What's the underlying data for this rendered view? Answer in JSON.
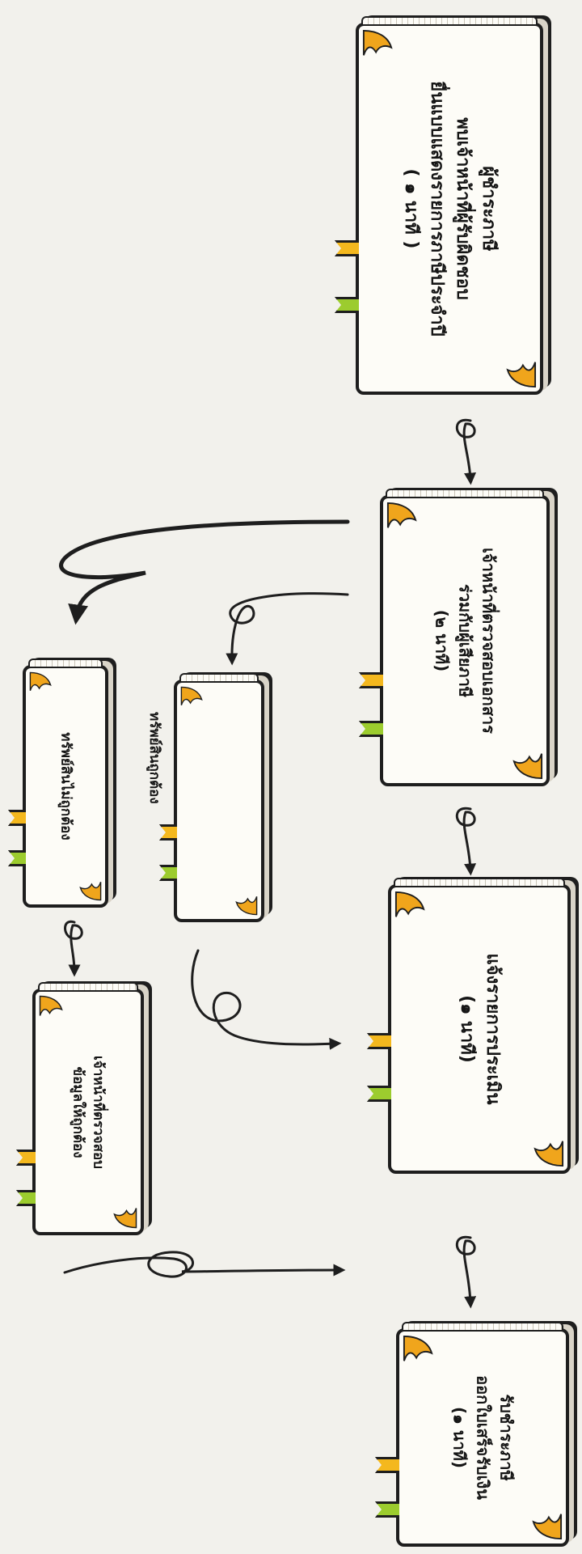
{
  "steps": [
    {
      "title": "ผู้ชำระภาษี",
      "line1": "พบเจ้าหน้าที่ผู้รับผิดชอบ",
      "line2": "ยื่นแบบแสดงรายการภาษีประจำปี",
      "time": "( ๑ นาที )"
    },
    {
      "title": "เจ้าหน้าที่ตรวจสอบเอกสาร",
      "line1": "ร่วมกับผู้เสียภาษี",
      "time": "(๒ นาที)"
    },
    {
      "title": "แจ้งรายการประเมิน",
      "time": "(๑ นาที)"
    },
    {
      "title": "รับชำระภาษี",
      "line1": "ออกใบเสร็จรับเงิน",
      "time": "(๑ นาที)"
    }
  ],
  "branches": {
    "correct": "ทรัพย์สินถูกต้อง",
    "incorrect": "ทรัพย์สินไม่ถูกต้อง",
    "fix_title": "เจ้าหน้าที่ตรวจสอบ",
    "fix_line1": "ข้อมูลให้ถูกต้อง"
  },
  "colors": {
    "tab_yellow": "#f4b81e",
    "tab_green": "#9ccc2e",
    "corner_orange": "#f0a51c",
    "ink": "#1e1e1e"
  }
}
